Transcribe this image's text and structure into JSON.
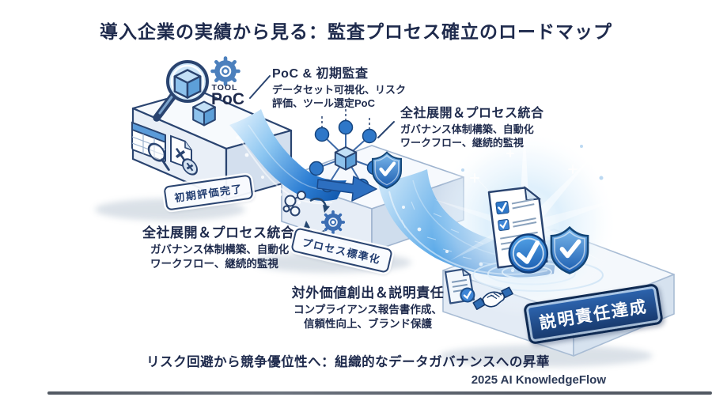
{
  "title": "導入企業の実績から見る：監査プロセス確立のロードマップ",
  "callouts": {
    "step1": {
      "heading": "PoC & 初期監査",
      "line1": "データセット可視化、リスク",
      "line2": "評価、ツール選定PoC"
    },
    "step2": {
      "heading": "全社展開＆プロセス統合",
      "line1": "ガバナンス体制構築、自動化",
      "line2": "ワークフロー、継続的監視"
    },
    "step2_left": {
      "heading": "全社展開＆プロセス統合",
      "line1": "ガバナンス体制構築、自動化",
      "line2": "ワークフロー、継続的監視"
    },
    "step3": {
      "heading": "対外価値創出＆説明責任",
      "line1": "コンプライアンス報告書作成、",
      "line2": "信頼性向上、ブランド保護"
    }
  },
  "badges": {
    "step1_done": "初期評価完了",
    "step2_done": "プロセス標準化",
    "step3_done": "説明責任達成"
  },
  "platform_labels": {
    "tool": "TOOL",
    "poc": "PoC"
  },
  "footer": {
    "statement": "リスク回避から競争優位性へ：組織的なデータガバナンスへの昇華",
    "credit": "2025 AI KnowledgeFlow"
  },
  "colors": {
    "text_navy": "#1e2a4c",
    "outline_navy": "#2a4470",
    "accent_blue": "#2e77c8",
    "deep_blue": "#0b4fa4",
    "light_blue": "#bfe0f7",
    "badge_dark_fill": "#17386b"
  }
}
